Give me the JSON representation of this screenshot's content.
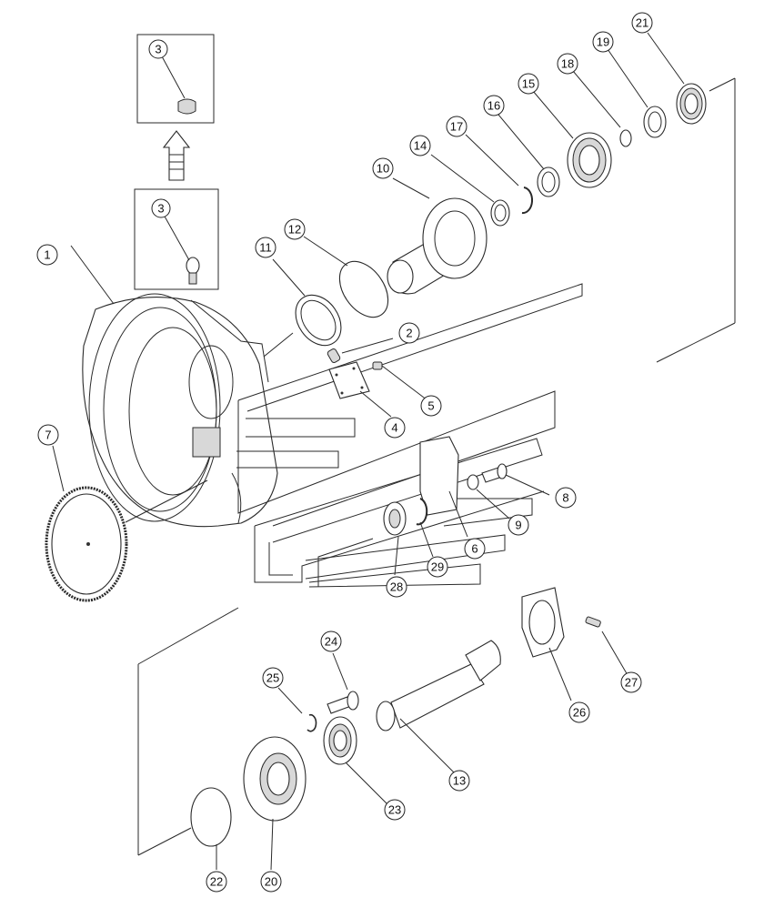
{
  "diagram": {
    "callouts": [
      {
        "id": "1",
        "label": "1"
      },
      {
        "id": "2",
        "label": "2"
      },
      {
        "id": "3a",
        "label": "3"
      },
      {
        "id": "3b",
        "label": "3"
      },
      {
        "id": "4",
        "label": "4"
      },
      {
        "id": "5",
        "label": "5"
      },
      {
        "id": "6",
        "label": "6"
      },
      {
        "id": "7",
        "label": "7"
      },
      {
        "id": "8",
        "label": "8"
      },
      {
        "id": "9",
        "label": "9"
      },
      {
        "id": "10",
        "label": "10"
      },
      {
        "id": "11",
        "label": "11"
      },
      {
        "id": "12",
        "label": "12"
      },
      {
        "id": "13",
        "label": "13"
      },
      {
        "id": "14",
        "label": "14"
      },
      {
        "id": "15",
        "label": "15"
      },
      {
        "id": "16",
        "label": "16"
      },
      {
        "id": "17",
        "label": "17"
      },
      {
        "id": "18",
        "label": "18"
      },
      {
        "id": "19",
        "label": "19"
      },
      {
        "id": "20",
        "label": "20"
      },
      {
        "id": "21",
        "label": "21"
      },
      {
        "id": "22",
        "label": "22"
      },
      {
        "id": "23",
        "label": "23"
      },
      {
        "id": "24",
        "label": "24"
      },
      {
        "id": "25",
        "label": "25"
      },
      {
        "id": "26",
        "label": "26"
      },
      {
        "id": "27",
        "label": "27"
      },
      {
        "id": "28",
        "label": "28"
      },
      {
        "id": "29",
        "label": "29"
      }
    ]
  }
}
